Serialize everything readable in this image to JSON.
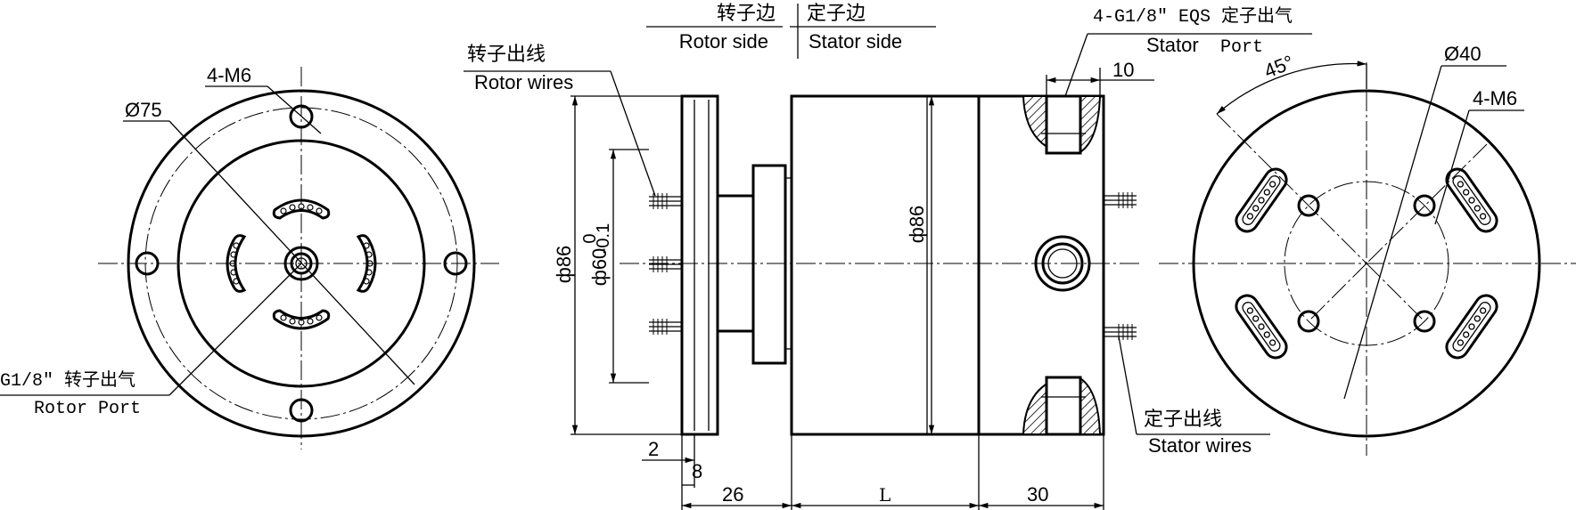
{
  "colors": {
    "line": "#000000",
    "background": "#ffffff"
  },
  "front_view": {
    "label_mounting_holes": "4-M6",
    "label_bolt_circle": "Ø75",
    "label_rotor_port_thread": "G1/8″ 转子出气",
    "label_rotor_port_en": "Rotor Port"
  },
  "side_view": {
    "rotor_side_cn": "转子边",
    "rotor_side_en": "Rotor side",
    "stator_side_cn": "定子边",
    "stator_side_en": "Stator side",
    "rotor_wires_cn": "转子出线",
    "rotor_wires_en": "Rotor wires",
    "stator_port_spec": "4-G1/8″ EQS 定子出气",
    "stator_port_en_a": "Stator",
    "stator_port_en_b": "Port",
    "stator_wires_cn": "定子出线",
    "stator_wires_en": "Stator wires",
    "dim_flange_dia": "ф86",
    "dim_shaft_dia": "ф60",
    "dim_shaft_tol_upper": "0",
    "dim_shaft_tol_lower": "-0.1",
    "dim_body_dia": "ф86",
    "dim_port_offset": "10",
    "dim_flange_lip": "2",
    "dim_flange_thickness": "8",
    "dim_rotor_length": "26",
    "dim_body_length": "L",
    "dim_stator_length": "30"
  },
  "rear_view": {
    "label_angle": "45°",
    "label_circle": "Ø40",
    "label_holes": "4-M6"
  }
}
